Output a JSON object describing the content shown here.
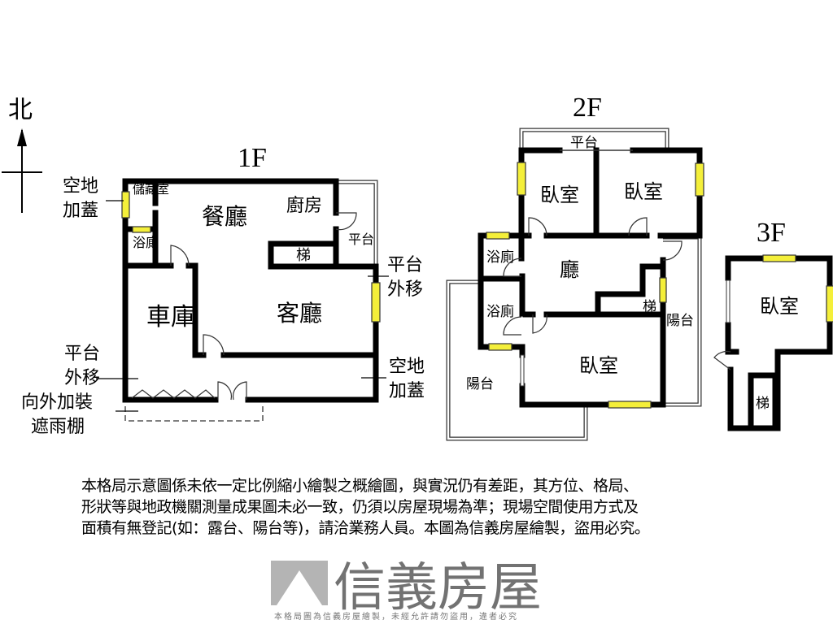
{
  "compass": {
    "north_label": "北"
  },
  "floors": {
    "f1": {
      "title": "1F",
      "rooms": {
        "dining": "餐廳",
        "kitchen": "廚房",
        "storage": "儲藏室",
        "bath": "浴廁",
        "stairs": "梯",
        "living": "客廳",
        "garage": "車庫",
        "platform": "平台"
      },
      "callouts": {
        "empty_lot_top_1": "空地",
        "empty_lot_top_2": "加蓋",
        "platform_out_right_1": "平台",
        "platform_out_right_2": "外移",
        "platform_out_left_1": "平台",
        "platform_out_left_2": "外移",
        "empty_lot_right_1": "空地",
        "empty_lot_right_2": "加蓋",
        "awning_1": "向外加裝",
        "awning_2": "遮雨棚"
      }
    },
    "f2": {
      "title": "2F",
      "rooms": {
        "platform": "平台",
        "bedroom_nw": "臥室",
        "bedroom_ne": "臥室",
        "bath_1": "浴廁",
        "bath_2": "浴廁",
        "hall": "廳",
        "stairs": "梯",
        "balcony_e": "陽台",
        "bedroom_s": "臥室",
        "balcony_w": "陽台"
      }
    },
    "f3": {
      "title": "3F",
      "rooms": {
        "bedroom": "臥室",
        "stairs": "梯"
      }
    }
  },
  "watermark": {
    "brand": "信義房屋",
    "notice": "本格局圖為信義房屋繪製，未經允許請勿盜用，違者必究"
  },
  "disclaimer": {
    "line1": "本格局示意圖係未依一定比例縮小繪製之概繪圖，與實況仍有差距，其方位、格局、",
    "line2": "形狀等與地政機關測量成果圖未必一致，仍須以房屋現場為準；現場空間使用方式及",
    "line3": "面積有無登記(如：露台、陽台等)，請洽業務人員。本圖為信義房屋繪製，盜用必究。"
  },
  "colors": {
    "wall": "#000000",
    "window": "#f4ef3a",
    "watermark": "#8a8a8a"
  }
}
